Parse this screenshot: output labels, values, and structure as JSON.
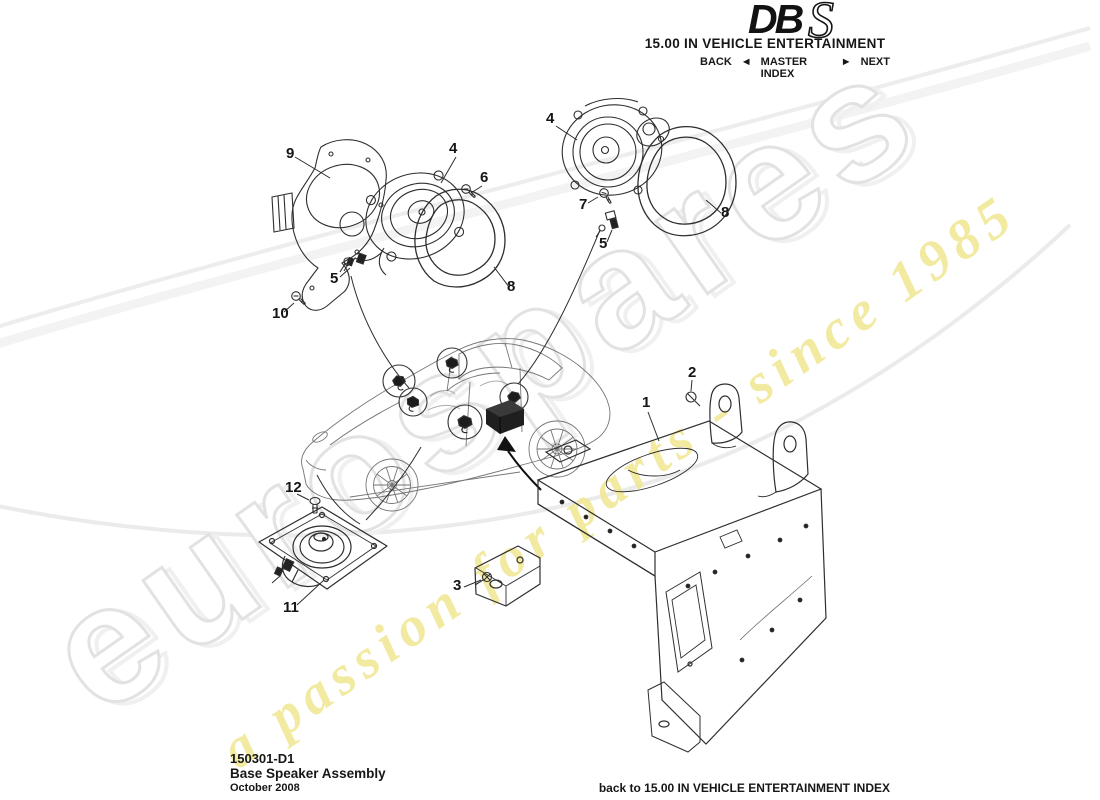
{
  "header": {
    "logo_db": "DB",
    "logo_s": "S",
    "section_title": "15.00 IN VEHICLE ENTERTAINMENT",
    "nav": {
      "back_label": "BACK",
      "back_arrow": "◄",
      "index_label": "MASTER INDEX",
      "next_arrow": "►",
      "next_label": "NEXT"
    }
  },
  "watermark": {
    "brand": "eurospares",
    "tagline": "a passion for parts - since 1985",
    "brand_outline_color": "#e2e2e2",
    "tagline_color": "#f1e897"
  },
  "diagram": {
    "callouts": [
      {
        "num": "9"
      },
      {
        "num": "4"
      },
      {
        "num": "6"
      },
      {
        "num": "5"
      },
      {
        "num": "8"
      },
      {
        "num": "10"
      },
      {
        "num": "4"
      },
      {
        "num": "7"
      },
      {
        "num": "5"
      },
      {
        "num": "8"
      },
      {
        "num": "1"
      },
      {
        "num": "2"
      },
      {
        "num": "3"
      },
      {
        "num": "11"
      },
      {
        "num": "12"
      }
    ]
  },
  "footer": {
    "doc_id": "150301-D1",
    "doc_title": "Base Speaker Assembly",
    "doc_date": "October 2008",
    "back_link": "back to 15.00 IN VEHICLE ENTERTAINMENT INDEX"
  }
}
